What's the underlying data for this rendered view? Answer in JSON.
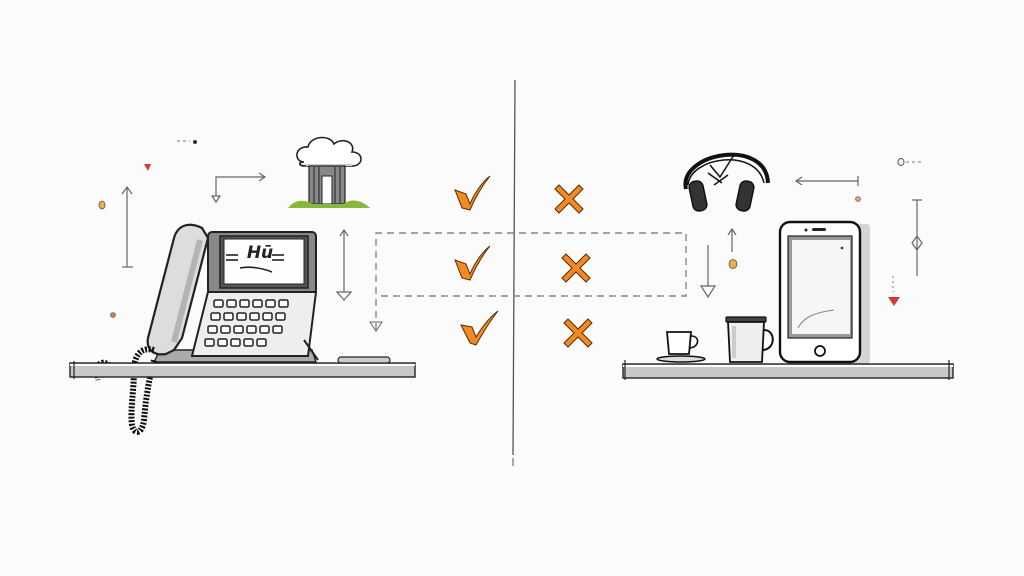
{
  "illustration": {
    "style": "hand-drawn sketch comparison",
    "background_color": "#fbfbfb",
    "accent_color": "#f08a24",
    "marker_red": "#d33a3a",
    "marker_yellow": "#e8b04a",
    "left_side": {
      "subject": "desk phone with cloud/building icon",
      "phone_screen_text": "Hū",
      "objects": [
        "desk-phone",
        "coiled-cord",
        "cloud-building",
        "shelf"
      ]
    },
    "right_side": {
      "subject": "smartphone with headset and cups",
      "objects": [
        "headphones",
        "smartphone",
        "coffee-cup",
        "mug",
        "shelf"
      ]
    },
    "comparison": {
      "left_column_marks": [
        "check",
        "check",
        "check"
      ],
      "right_column_marks": [
        "cross",
        "cross",
        "cross"
      ]
    }
  }
}
